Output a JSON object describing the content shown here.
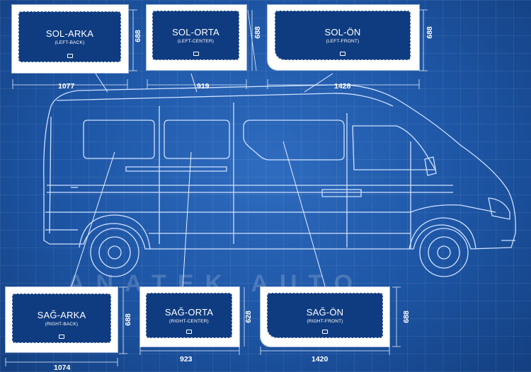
{
  "brand": {
    "watermark": "ANATEK AUTO"
  },
  "colors": {
    "background": "#1b4f98",
    "line": "#cfe1ff",
    "panel": "#ffffff",
    "glass": "#0f3c80"
  },
  "windows": {
    "sol_arka": {
      "name": "SOL-ARKA",
      "sub": "(LEFT-BACK)",
      "width": "1077",
      "height": "688"
    },
    "sol_orta": {
      "name": "SOL-ORTA",
      "sub": "(LEFT-CENTER)",
      "width": "919",
      "height": "688"
    },
    "sol_on": {
      "name": "SOL-ÖN",
      "sub": "(LEFT-FRONT)",
      "width": "1428",
      "height": "688"
    },
    "sag_arka": {
      "name": "SAĞ-ARKA",
      "sub": "(RIGHT-BACK)",
      "width": "1074",
      "height": "688"
    },
    "sag_orta": {
      "name": "SAĞ-ORTA",
      "sub": "(RIGHT-CENTER)",
      "width": "923",
      "height": "628"
    },
    "sag_on": {
      "name": "SAĞ-ÖN",
      "sub": "(RIGHT-FRONT)",
      "width": "1420",
      "height": "688"
    }
  }
}
